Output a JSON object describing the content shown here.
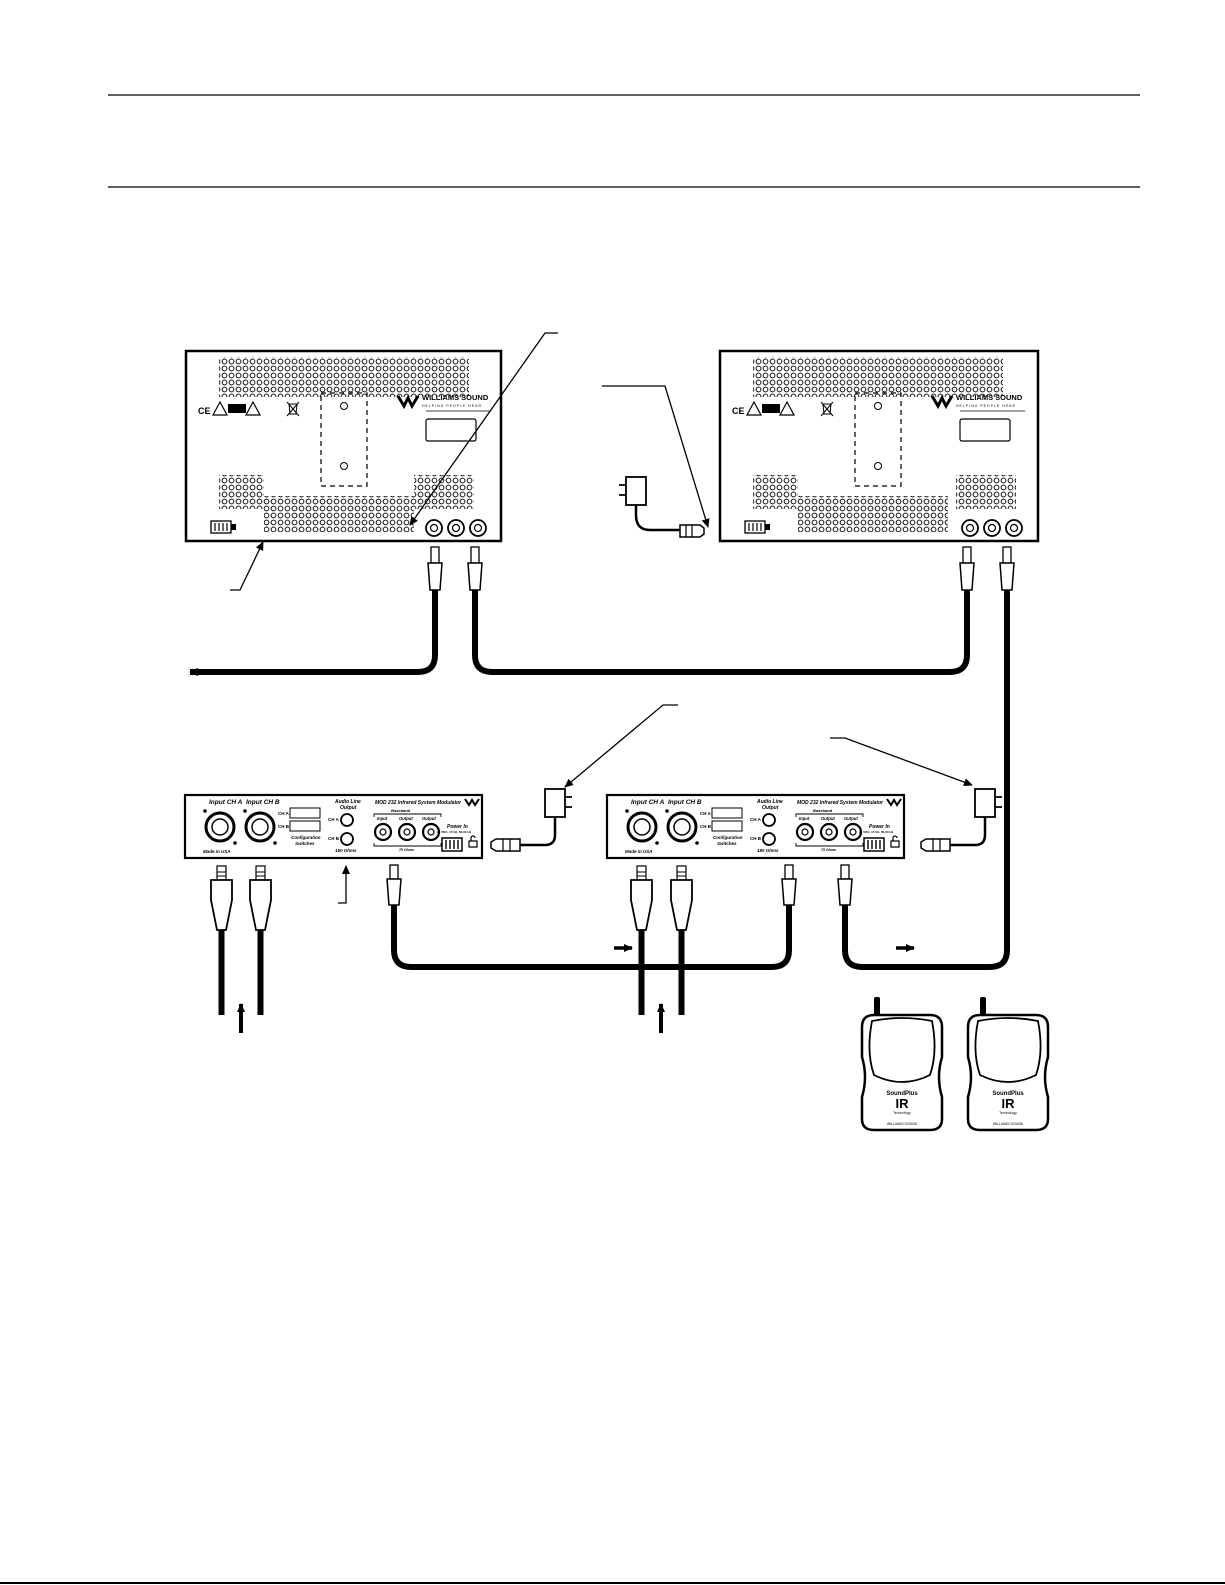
{
  "radiator": {
    "brand": "WILLIAMS SOUND",
    "tagline": "HELPING PEOPLE HEAR",
    "ce_mark": "CE"
  },
  "modulator": {
    "input_a": "Input CH A",
    "input_b": "Input CH B",
    "ch_a": "CH A",
    "ch_b": "CH B",
    "config": "Configuration",
    "switches": "Switches",
    "audio_line": "Audio Line",
    "output": "Output",
    "model": "MOD 232 Infrared System Modulator",
    "baseband": "Baseband",
    "bb_input": "Input",
    "bb_output": "Output",
    "bb_output2": "Output",
    "ohms150": "150 Ohms",
    "ohms75": "75 Ohms",
    "power_in": "Power In",
    "power_spec": "24 VDC, 15 VA, 60-60 Hz",
    "made_in": "Made in USA"
  },
  "receiver": {
    "brand": "SoundPlus",
    "ir": "IR",
    "sub": "Technology",
    "maker": "WILLIAMS SOUND"
  },
  "icons": [
    "radiator-panel",
    "modulator-panel",
    "power-adapter",
    "ir-receiver",
    "bnc-connector",
    "rca-plug",
    "flow-arrow"
  ]
}
